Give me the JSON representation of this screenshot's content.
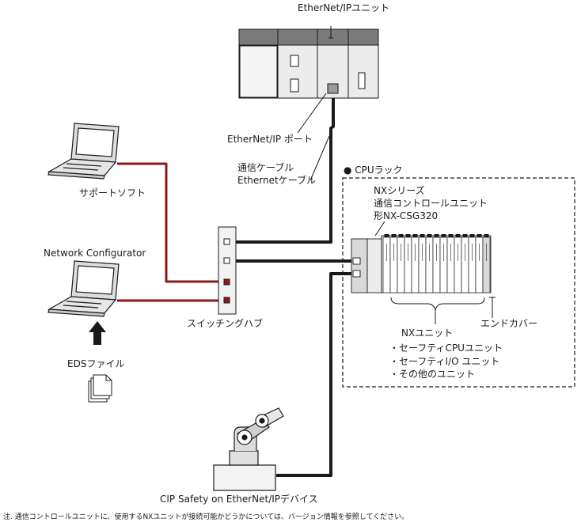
{
  "labels": {
    "ethernetip_unit": "EtherNet/IPユニット",
    "ethernetip_port": "EtherNet/IP ポート",
    "comm_cable": "通信ケーブル",
    "ethernet_cable": "Ethernetケーブル",
    "cpu_rack": "● CPUラック",
    "nx_series": "NXシリーズ",
    "comm_control_unit": "通信コントロールユニット",
    "model_number": "形NX-CSG320",
    "support_software": "サポートソフト",
    "network_configurator": "Network Configurator",
    "switching_hub": "スイッチングハブ",
    "eds_file": "EDSファイル",
    "nx_unit": "NXユニット",
    "end_cover": "エンドカバー",
    "safety_cpu_unit": "・セーフティCPUユニット",
    "safety_io_unit": "・セーフティI/O ユニット",
    "other_units": "・その他のユニット",
    "cip_safety_device": "CIP Safety on EtherNet/IPデバイス",
    "note": "注. 通信コントロールユニットに、使用するNXユニットが接続可能かどうかについては、バージョン情報を参照してください。"
  },
  "colors": {
    "line": "#1a1a1a",
    "cable_black": "#1a1a1a",
    "cable_red": "#8b1a1a",
    "rack_top": "#7a7a7a",
    "rack_body": "#ececec",
    "device_fill": "#d9d9d9",
    "hub_fill": "#f2f2f2"
  }
}
